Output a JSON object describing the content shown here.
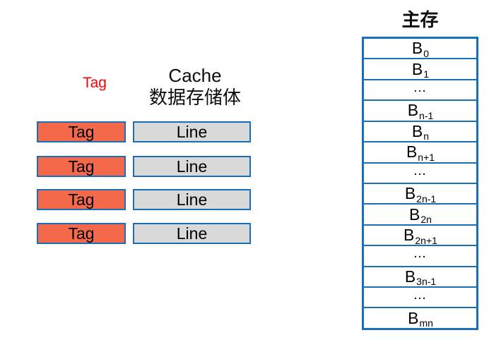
{
  "cache": {
    "header": {
      "tag_label": "Tag",
      "line1": "Cache",
      "line2": "数据存储体"
    },
    "rows": [
      {
        "tag": "Tag",
        "line": "Line"
      },
      {
        "tag": "Tag",
        "line": "Line"
      },
      {
        "tag": "Tag",
        "line": "Line"
      },
      {
        "tag": "Tag",
        "line": "Line"
      }
    ]
  },
  "main_memory": {
    "title": "主存",
    "blocks": [
      {
        "base": "B",
        "sub": "0"
      },
      {
        "base": "B",
        "sub": "1"
      },
      {
        "base": "…",
        "sub": ""
      },
      {
        "base": "B",
        "sub": "n-1"
      },
      {
        "base": "B",
        "sub": "n"
      },
      {
        "base": "B",
        "sub": "n+1"
      },
      {
        "base": "…",
        "sub": ""
      },
      {
        "base": "B",
        "sub": "2n-1"
      },
      {
        "base": "B",
        "sub": "2n"
      },
      {
        "base": "B",
        "sub": "2n+1"
      },
      {
        "base": "…",
        "sub": ""
      },
      {
        "base": "B",
        "sub": "3n-1"
      },
      {
        "base": "…",
        "sub": ""
      },
      {
        "base": "B",
        "sub": "mn"
      }
    ]
  },
  "colors": {
    "border_blue": "#1C6EB8",
    "tag_fill": "#F5694B",
    "line_fill": "#D9D9D9",
    "tag_header_red": "#FF0000"
  }
}
